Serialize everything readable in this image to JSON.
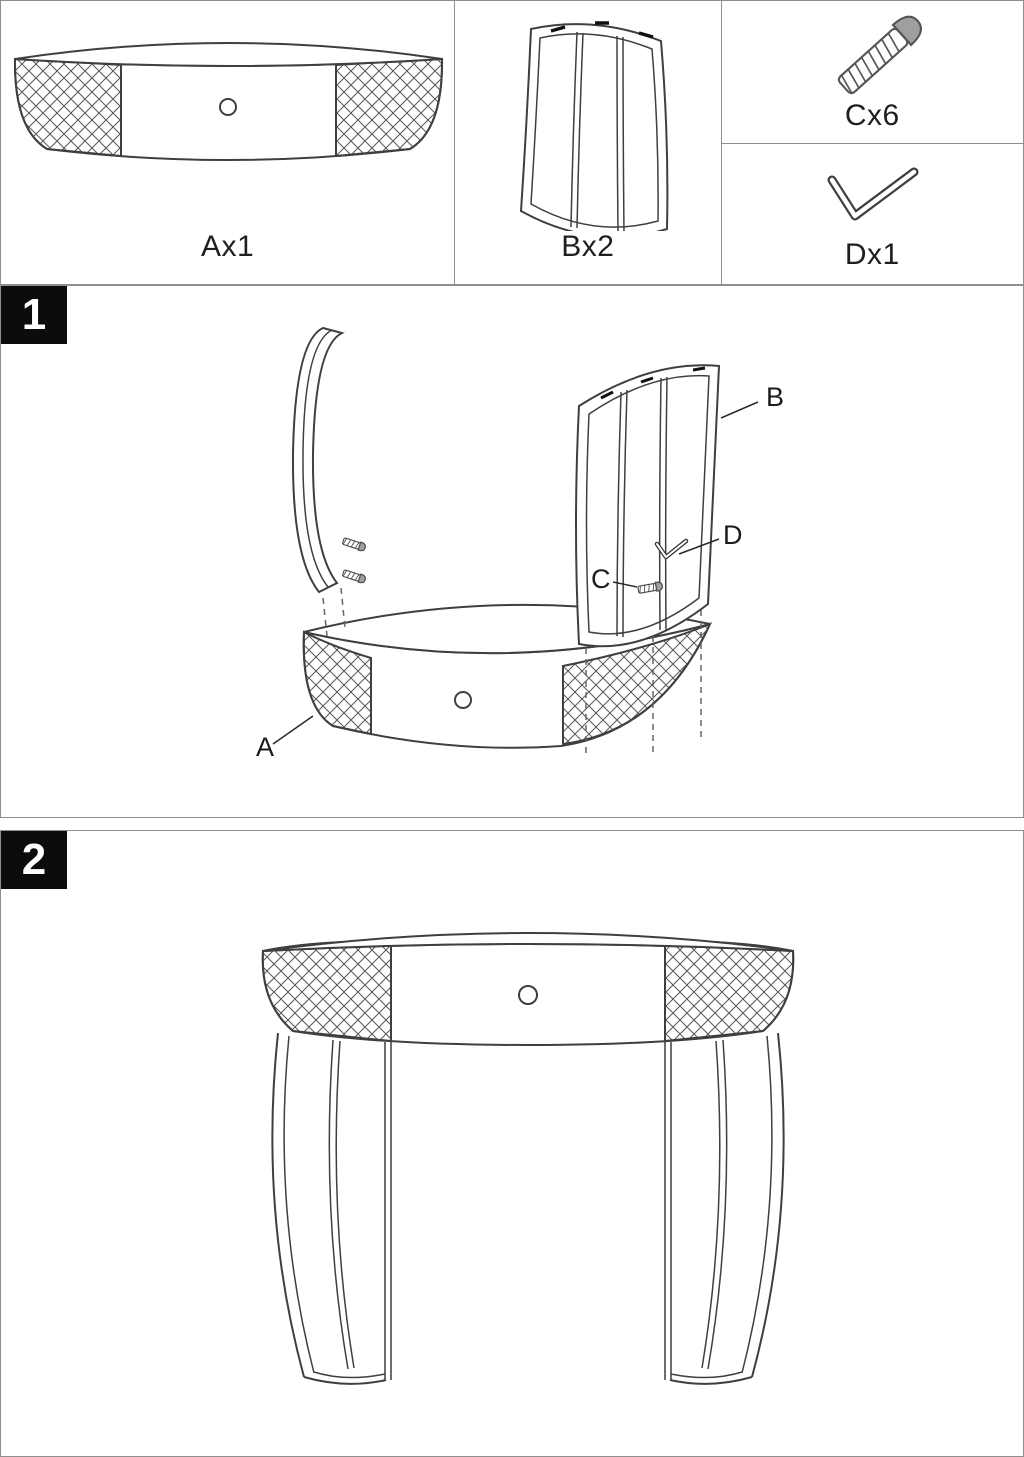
{
  "parts_panel": {
    "part_a": {
      "label": "Ax1",
      "icon": "demilune-console-top-icon"
    },
    "part_b": {
      "label": "Bx2",
      "icon": "curved-leg-panel-icon"
    },
    "part_c": {
      "label": "Cx6",
      "icon": "screw-icon"
    },
    "part_d": {
      "label": "Dx1",
      "icon": "allen-key-icon"
    }
  },
  "step1": {
    "number": "1",
    "callout_a": "A",
    "callout_b": "B",
    "callout_c": "C",
    "callout_d": "D"
  },
  "step2": {
    "number": "2"
  },
  "colors": {
    "line": "#3f3f3f",
    "panel_border": "#8f8f8f",
    "badge_background": "#0c0c0c",
    "badge_text": "#ffffff",
    "page_background": "#ffffff"
  }
}
